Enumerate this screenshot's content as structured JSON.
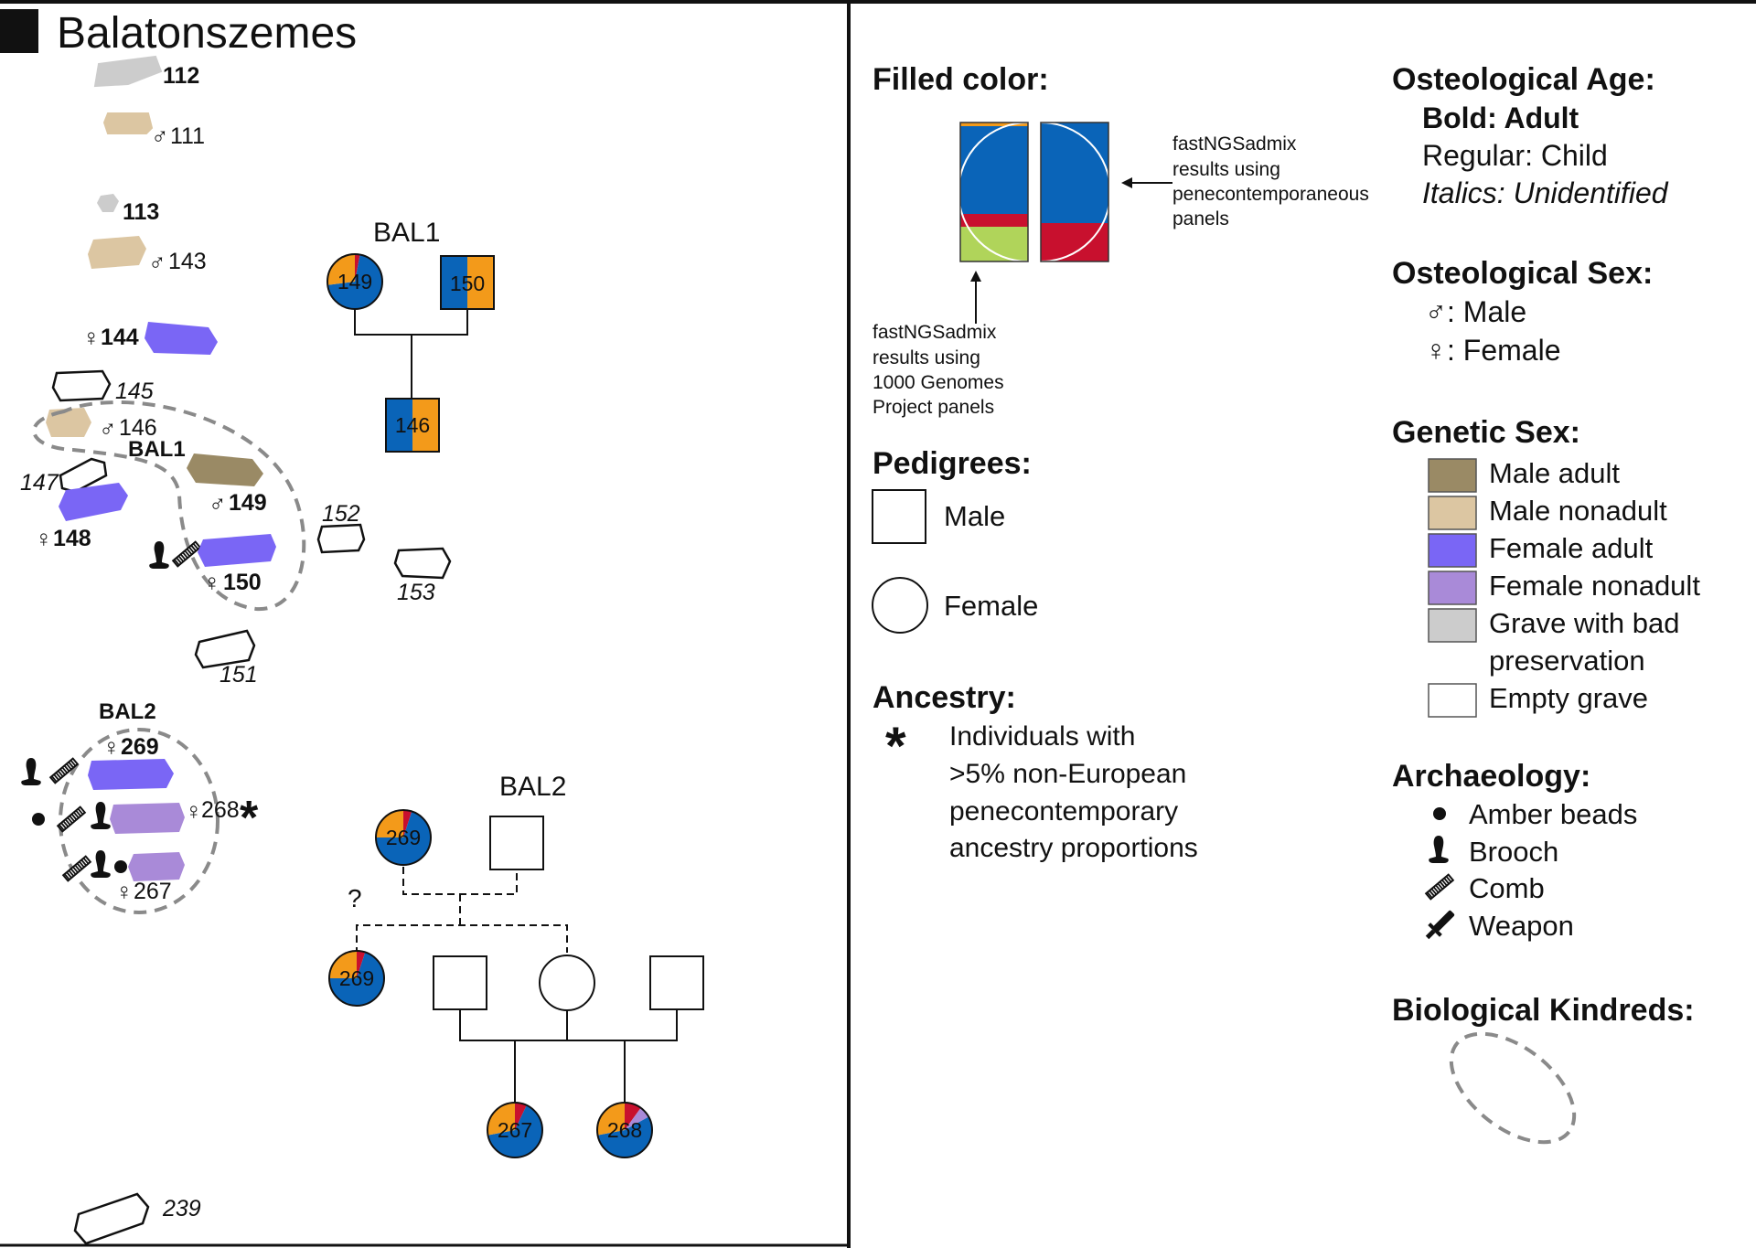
{
  "site_title": "Balatonszemes",
  "colors": {
    "blue": "#0a64b8",
    "orange": "#f39a1a",
    "red": "#c8102e",
    "green": "#b0d45a",
    "male_adult": "#9a8a65",
    "male_nonadult": "#dcc6a2",
    "female_adult": "#7a66f5",
    "female_nonadult": "#a98ad8",
    "bad_preservation": "#cccccc",
    "empty": "#ffffff",
    "dashed": "#8a8a8a"
  },
  "symbols": {
    "male": "♂",
    "female": "♀",
    "question": "?",
    "asterisk": "*",
    "icons": [
      "brooch-icon",
      "comb-icon",
      "amber-bead-icon",
      "weapon-icon"
    ]
  },
  "graves": {
    "g112": {
      "label": "112"
    },
    "g111": {
      "label": "111"
    },
    "g113": {
      "label": "113"
    },
    "g143": {
      "label": "143"
    },
    "g144": {
      "label": "144"
    },
    "g145": {
      "label": "145"
    },
    "g146": {
      "label": "146"
    },
    "g147": {
      "label": "147"
    },
    "g148": {
      "label": "148"
    },
    "g149": {
      "label": "149"
    },
    "g150": {
      "label": "150"
    },
    "g151": {
      "label": "151"
    },
    "g152": {
      "label": "152"
    },
    "g153": {
      "label": "153"
    },
    "g239": {
      "label": "239"
    },
    "g267": {
      "label": "267"
    },
    "g268": {
      "label": "268"
    },
    "g269": {
      "label": "269"
    }
  },
  "kindreds": {
    "bal1": "BAL1",
    "bal2": "BAL2"
  },
  "pedigrees": {
    "bal1": {
      "title": "BAL1",
      "i149": {
        "label": "149",
        "blue": 0.7,
        "orange": 0.27,
        "red": 0.03
      },
      "i150": {
        "label": "150",
        "blue": 0.5,
        "orange": 0.5
      },
      "i146": {
        "label": "146",
        "blue": 0.5,
        "orange": 0.5
      }
    },
    "bal2": {
      "title": "BAL2",
      "i269_top": {
        "label": "269",
        "blue": 0.7,
        "orange": 0.25,
        "red": 0.05
      },
      "i269_low": {
        "label": "269",
        "blue": 0.7,
        "orange": 0.25,
        "red": 0.05
      },
      "i267": {
        "label": "267",
        "blue": 0.65,
        "orange": 0.28,
        "red": 0.07
      },
      "i268": {
        "label": "268",
        "blue": 0.55,
        "orange": 0.28,
        "red": 0.1,
        "purple": 0.07
      }
    }
  },
  "legend": {
    "filled_color": {
      "title": "Filled color:",
      "annotation_right": [
        "fastNGSadmix",
        "results using",
        "penecontemporaneous",
        "panels"
      ],
      "annotation_bottom": [
        "fastNGSadmix",
        "results using",
        "1000 Genomes",
        "Project panels"
      ]
    },
    "pedigrees": {
      "title": "Pedigrees:",
      "male": "Male",
      "female": "Female"
    },
    "ancestry": {
      "title": "Ancestry:",
      "lines": [
        "Individuals with",
        ">5% non-European",
        "penecontemporary",
        "ancestry proportions"
      ]
    },
    "age": {
      "title": "Osteological Age:",
      "bold": "Bold: Adult",
      "regular": "Regular: Child",
      "italic": "Italics: Unidentified"
    },
    "sex": {
      "title": "Osteological Sex:",
      "male": ": Male",
      "female": ": Female"
    },
    "genetic_sex": {
      "title": "Genetic Sex:",
      "items": [
        "Male adult",
        "Male nonadult",
        "Female adult",
        "Female nonadult",
        "Grave with bad",
        "preservation",
        "Empty grave"
      ]
    },
    "archaeology": {
      "title": "Archaeology:",
      "items": [
        "Amber beads",
        "Brooch",
        "Comb",
        "Weapon"
      ]
    },
    "kindreds": {
      "title": "Biological Kindreds:"
    }
  }
}
